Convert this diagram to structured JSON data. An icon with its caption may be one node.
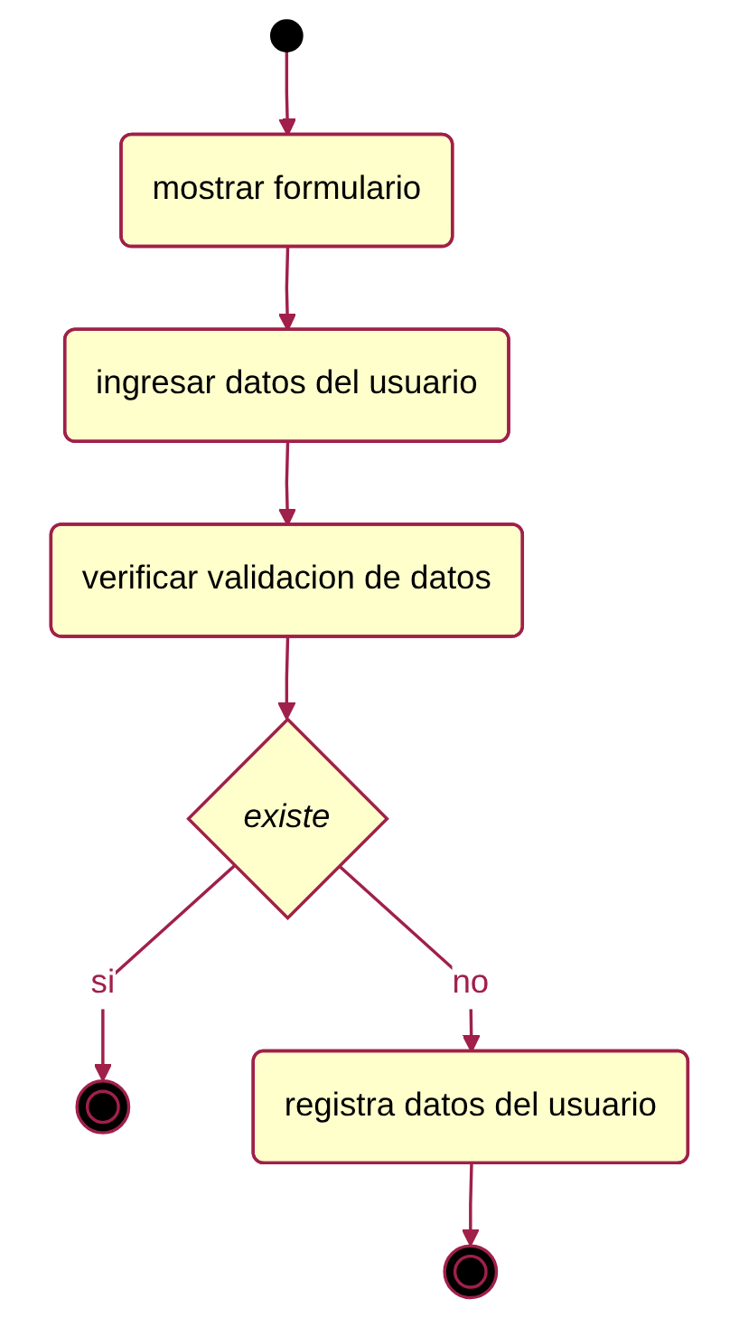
{
  "diagram": {
    "nodes": [
      {
        "text": [],
        "shape": "circle"
      },
      {
        "text": [
          "mostrar formulario"
        ]
      },
      {
        "text": [
          "ingresar datos del usuario"
        ]
      },
      {
        "text": [
          "verificar validacion de datos"
        ]
      },
      {
        "text": [
          "existe"
        ]
      },
      {
        "text": [],
        "shape": "circle"
      },
      {
        "text": [
          "registra datos del usuario"
        ]
      },
      {
        "text": [],
        "shape": "circle"
      }
    ],
    "edges": [
      {
        "from": 0,
        "to": 1,
        "arrow": "to"
      },
      {
        "from": 1,
        "to": 2,
        "arrow": "to"
      },
      {
        "from": 2,
        "to": 3,
        "arrow": "to"
      },
      {
        "from": 3,
        "to": 4,
        "arrow": "to"
      },
      {
        "from": 4,
        "to": 5,
        "arrow": "to",
        "label": "si"
      },
      {
        "from": 4,
        "to": 6,
        "arrow": "to",
        "label": "no"
      },
      {
        "from": 6,
        "to": 7,
        "arrow": "to"
      }
    ]
  }
}
